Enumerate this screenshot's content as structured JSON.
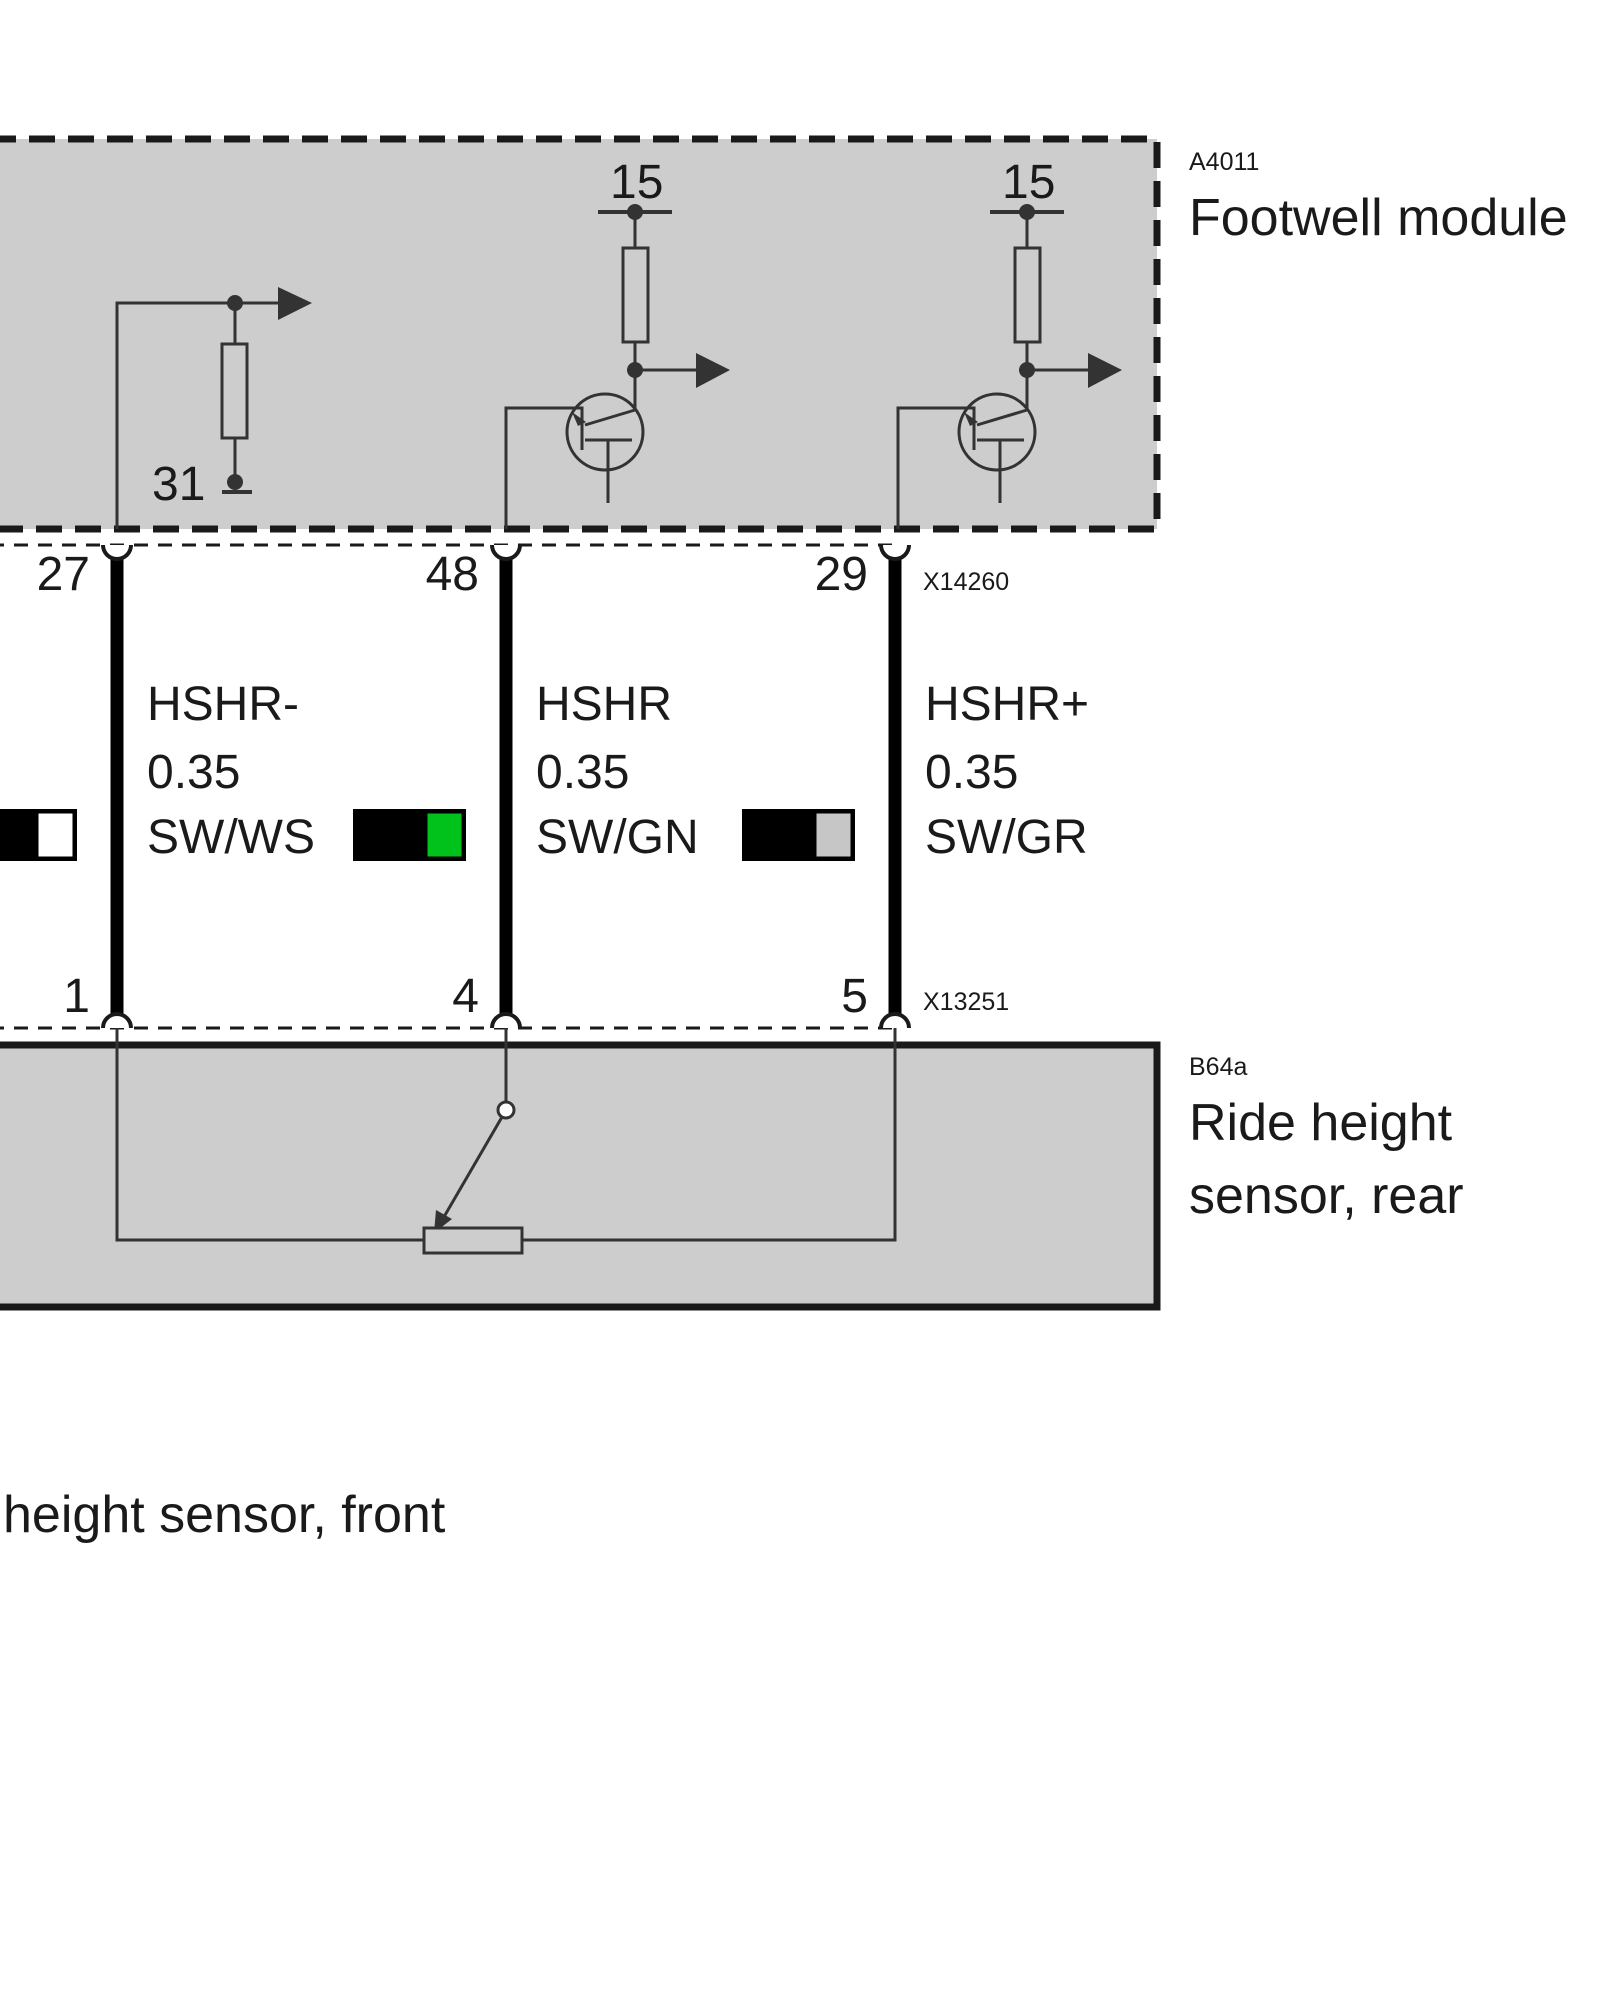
{
  "modules": {
    "footwell": {
      "code": "A4011",
      "name": "Footwell module"
    },
    "sensor": {
      "code": "B64a",
      "name_line1": "Ride height",
      "name_line2": "sensor, rear"
    }
  },
  "supply": {
    "left_terminal": "15",
    "right_terminal": "15",
    "ground_terminal": "31"
  },
  "connectors": {
    "top": "X14260",
    "bottom": "X13251"
  },
  "wires": [
    {
      "top_pin": "27",
      "bottom_pin": "1",
      "signal": "HSHR-",
      "gauge": "0.35",
      "color_code": "SW/WS",
      "stripe_color": "#ffffff"
    },
    {
      "top_pin": "48",
      "bottom_pin": "4",
      "signal": "HSHR",
      "gauge": "0.35",
      "color_code": "SW/GN",
      "stripe_color": "#00c21a"
    },
    {
      "top_pin": "29",
      "bottom_pin": "5",
      "signal": "HSHR+",
      "gauge": "0.35",
      "color_code": "SW/GR",
      "stripe_color": "#c6c6c6"
    }
  ],
  "footer": {
    "caption": "height sensor, front"
  },
  "colors": {
    "module_fill": "#cdcdcd",
    "line": "#1a1a1a",
    "wire_body": "#000000"
  }
}
